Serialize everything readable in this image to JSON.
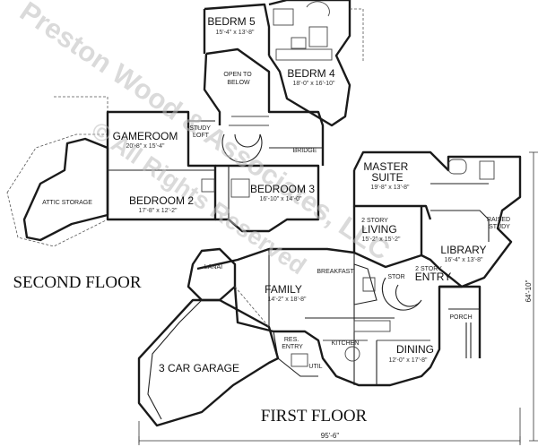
{
  "watermark": {
    "line1": "Preston Wood & Associates, LLC",
    "line2": "© All Rights Reserved"
  },
  "labels": {
    "second_floor": "SECOND FLOOR",
    "first_floor": "FIRST FLOOR"
  },
  "overall_dims": {
    "width": "95'-6\"",
    "depth": "64'-10\""
  },
  "rooms": {
    "bedrm5": {
      "name": "BEDRM 5",
      "dim": "15'-4\" x 13'-8\""
    },
    "bedrm4": {
      "name": "BEDRM 4",
      "dim": "18'-0\" x 16'-10\""
    },
    "open_below": {
      "name": "OPEN TO BELOW"
    },
    "gameroom": {
      "name": "GAMEROOM",
      "dim": "20'-8\" x 15'-4\""
    },
    "study_loft": {
      "name": "STUDY LOFT"
    },
    "bridge": {
      "name": "BRIDGE"
    },
    "attic": {
      "name": "ATTIC STORAGE"
    },
    "bedroom2": {
      "name": "BEDROOM 2",
      "dim": "17'-8\" x 12'-2\""
    },
    "bedroom3": {
      "name": "BEDROOM 3",
      "dim": "16'-10\" x 14'-0\""
    },
    "master": {
      "name": "MASTER SUITE",
      "dim": "19'-8\" x 13'-8\""
    },
    "living": {
      "label": "2 STORY",
      "name": "LIVING",
      "dim": "15'-2\" x 15'-2\""
    },
    "raised_study": {
      "name": "RAISED STUDY"
    },
    "library": {
      "name": "LIBRARY",
      "dim": "16'-4\" x 13'-8\""
    },
    "entry": {
      "label": "2 STORY",
      "name": "ENTRY"
    },
    "stor": {
      "name": "STOR"
    },
    "breakfast": {
      "name": "BREAKFAST"
    },
    "lanai": {
      "name": "LANAI"
    },
    "family": {
      "name": "FAMILY",
      "dim": "14'-2\" x 18'-8\""
    },
    "porch": {
      "name": "PORCH"
    },
    "res_entry": {
      "name": "RES. ENTRY"
    },
    "kitchen": {
      "name": "KITCHEN"
    },
    "util": {
      "name": "UTIL"
    },
    "dining": {
      "name": "DINING",
      "dim": "12'-0\" x 17'-8\""
    },
    "garage": {
      "name": "3 CAR GARAGE"
    }
  }
}
